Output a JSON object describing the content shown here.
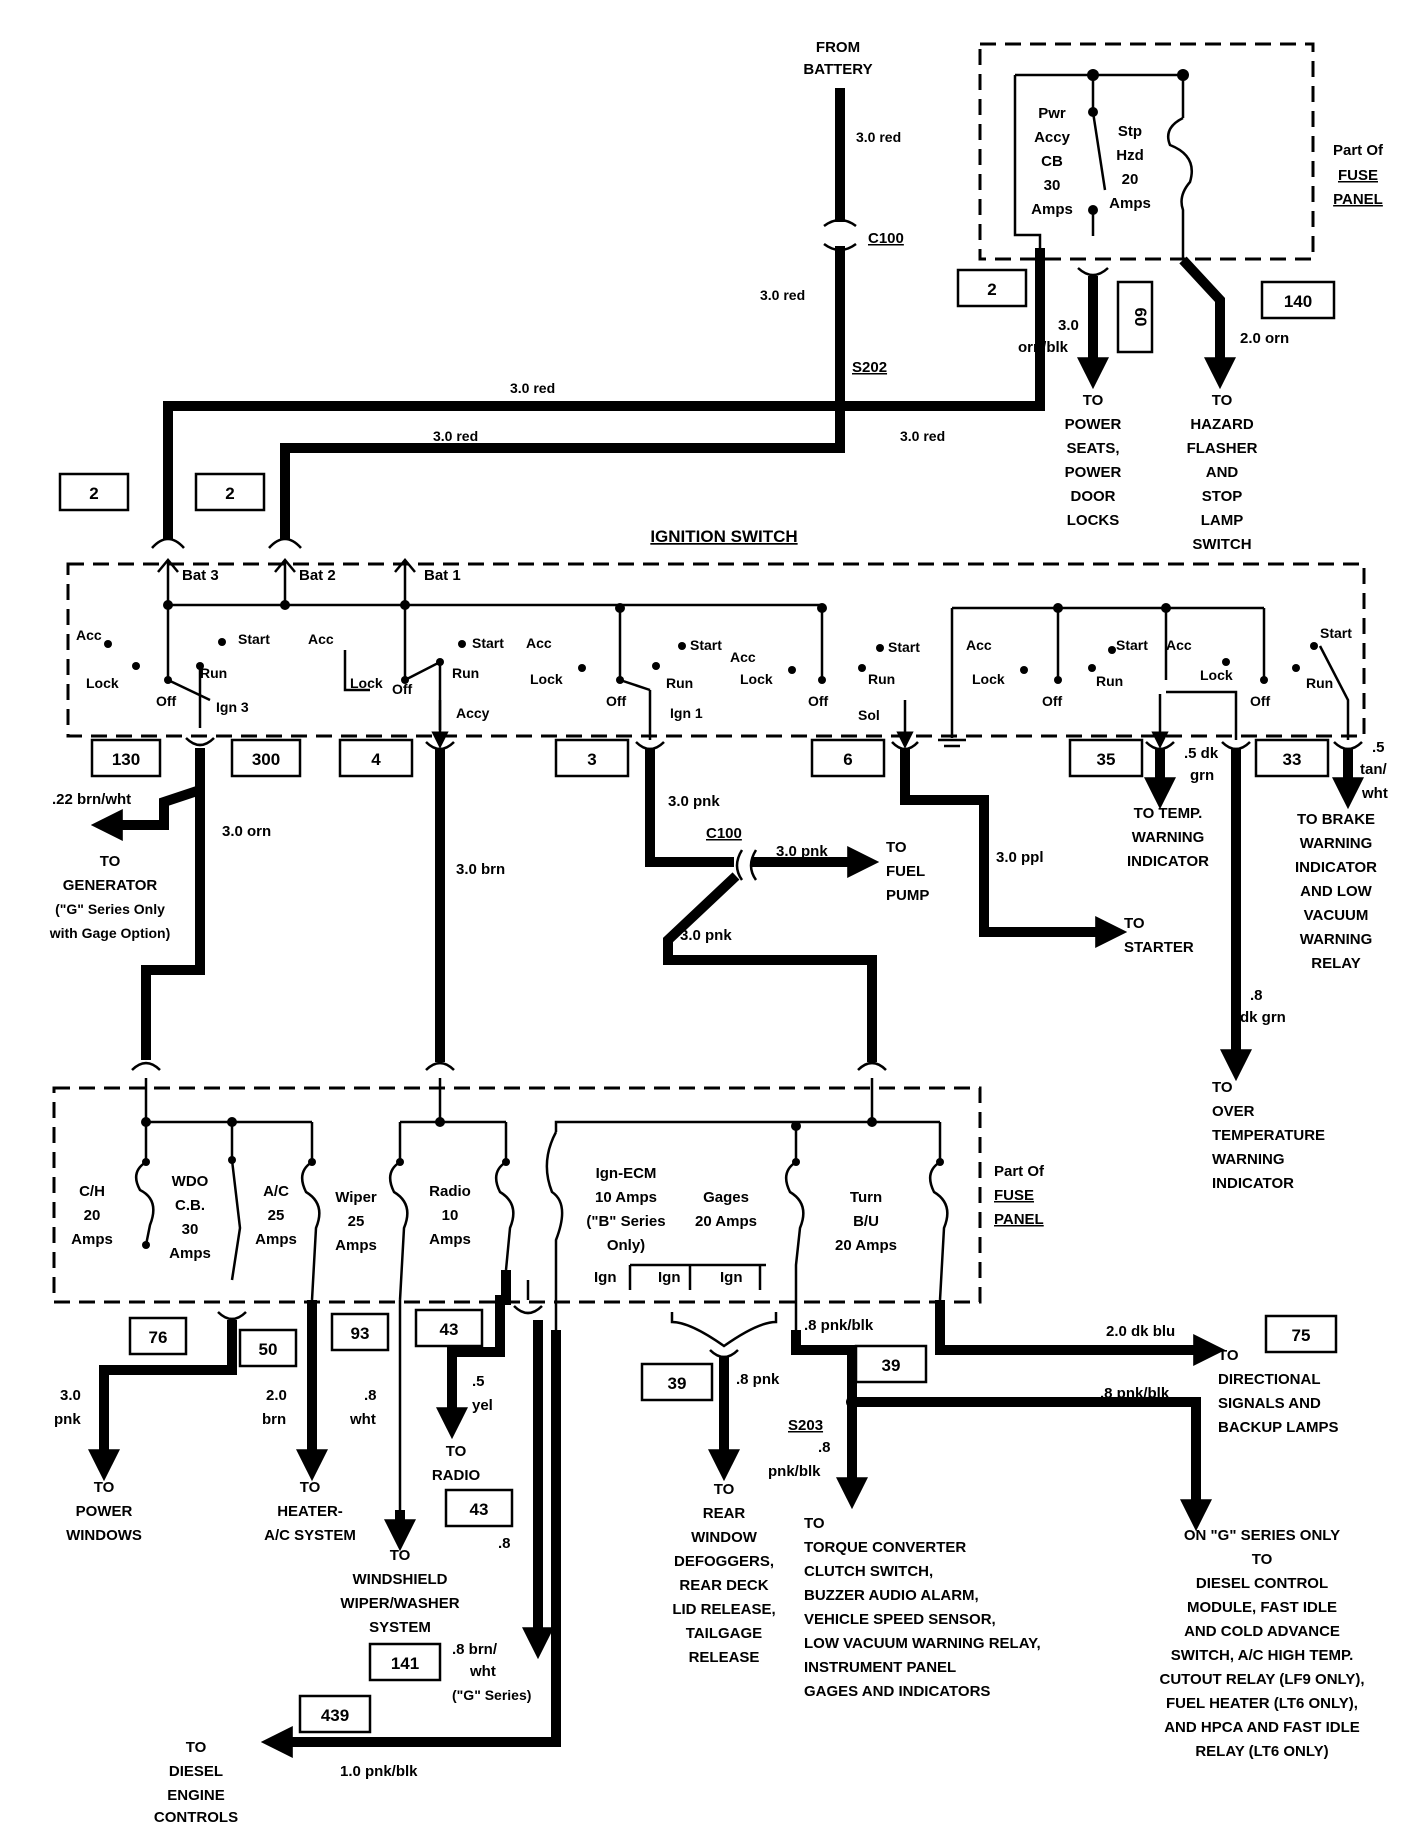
{
  "battery": {
    "label1": "FROM",
    "label2": "BATTERY",
    "wire": "3.0 red"
  },
  "connectors": {
    "c100_top": "C100",
    "c100_mid": "C100",
    "s202": "S202",
    "s203": "S203"
  },
  "wires": {
    "red_branch": "3.0 red",
    "red_bat3": "3.0 red",
    "red_bat2": "3.0 red",
    "red_right": "3.0 red",
    "orn_blk_1": "3.0",
    "orn_blk_2": "orn/blk",
    "orn_hazard": "2.0 orn",
    "brn_wht_gen": ".22 brn/wht",
    "orn_ign3": "3.0 orn",
    "brn_accy": "3.0 brn",
    "pnk_ign1": "3.0 pnk",
    "pnk_fuel": "3.0 pnk",
    "pnk_lower": "3.0 pnk",
    "ppl_sol": "3.0 ppl",
    "dkgrn_temp_1": ".5 dk",
    "dkgrn_temp_2": "grn",
    "tan_brake_1": ".5",
    "tan_brake_2": "tan/",
    "tan_brake_3": "wht",
    "dkgrn_over_1": ".8",
    "dkgrn_over_2": "dk grn",
    "pnk_pw_1": "3.0",
    "pnk_pw_2": "pnk",
    "brn_heater_1": "2.0",
    "brn_heater_2": "brn",
    "wht_wiper_1": ".8",
    "wht_wiper_2": "wht",
    "yel_radio_1": ".5",
    "yel_radio_2": "yel",
    "brn_wht_g_1": ".8 brn/",
    "brn_wht_g_2": "wht",
    "brn_wht_g_3": "(\"G\" Series)",
    "brn_wht_g_4": ".8",
    "pnk_blk_diesel": "1.0 pnk/blk",
    "pnk_defog": ".8 pnk",
    "pnk_blk_fuse": ".8 pnk/blk",
    "dkblu_turn": "2.0 dk blu",
    "pnk_blk_g": ".8 pnk/blk",
    "pnk_blk_s203_1": ".8",
    "pnk_blk_s203_2": "pnk/blk"
  },
  "circuit_numbers": {
    "c2_top": "2",
    "c2_left_a": "2",
    "c2_left_b": "2",
    "c60": "60",
    "c140": "140",
    "c130": "130",
    "c300": "300",
    "c4": "4",
    "c3": "3",
    "c6": "6",
    "c35": "35",
    "c33": "33",
    "c76": "76",
    "c50": "50",
    "c93": "93",
    "c43a": "43",
    "c43b": "43",
    "c141": "141",
    "c439": "439",
    "c39a": "39",
    "c39b": "39",
    "c75": "75"
  },
  "top_fuse_panel": {
    "pwr_accy": [
      "Pwr",
      "Accy",
      "CB",
      "30",
      "Amps"
    ],
    "stp_hzd": [
      "Stp",
      "Hzd",
      "20",
      "Amps"
    ],
    "part_of": [
      "Part Of",
      "FUSE",
      "PANEL"
    ]
  },
  "ignition_switch": {
    "title": "IGNITION SWITCH",
    "bat3": "Bat 3",
    "bat2": "Bat 2",
    "bat1": "Bat 1",
    "acc": "Acc",
    "lock": "Lock",
    "off": "Off",
    "run": "Run",
    "start": "Start",
    "ign3": "Ign 3",
    "accy": "Accy",
    "ign1": "Ign 1",
    "sol": "Sol"
  },
  "destinations": {
    "power_seats": [
      "TO",
      "POWER",
      "SEATS,",
      "POWER",
      "DOOR",
      "LOCKS"
    ],
    "hazard": [
      "TO",
      "HAZARD",
      "FLASHER",
      "AND",
      "STOP",
      "LAMP",
      "SWITCH"
    ],
    "generator": [
      "TO",
      "GENERATOR",
      "(\"G\" Series Only",
      "with Gage Option)"
    ],
    "fuel_pump": [
      "TO",
      "FUEL",
      "PUMP"
    ],
    "starter": [
      "TO",
      "STARTER"
    ],
    "temp_warning": [
      "TO TEMP.",
      "WARNING",
      "INDICATOR"
    ],
    "brake_warning": [
      "TO BRAKE",
      "WARNING",
      "INDICATOR",
      "AND LOW",
      "VACUUM",
      "WARNING",
      "RELAY"
    ],
    "over_temp": [
      "TO",
      "OVER",
      "TEMPERATURE",
      "WARNING",
      "INDICATOR"
    ],
    "power_windows": [
      "TO",
      "POWER",
      "WINDOWS"
    ],
    "heater": [
      "TO",
      "HEATER-",
      "A/C SYSTEM"
    ],
    "wiper": [
      "TO",
      "WINDSHIELD",
      "WIPER/WASHER",
      "SYSTEM"
    ],
    "radio": [
      "TO",
      "RADIO"
    ],
    "diesel": [
      "TO",
      "DIESEL",
      "ENGINE",
      "CONTROLS"
    ],
    "defog": [
      "TO",
      "REAR",
      "WINDOW",
      "DEFOGGERS,",
      "REAR DECK",
      "LID RELEASE,",
      "TAILGAGE",
      "RELEASE"
    ],
    "torque": [
      "TO",
      "TORQUE CONVERTER",
      "CLUTCH SWITCH,",
      "BUZZER AUDIO ALARM,",
      "VEHICLE SPEED SENSOR,",
      "LOW VACUUM WARNING RELAY,",
      "INSTRUMENT PANEL",
      "GAGES AND INDICATORS"
    ],
    "directional": [
      "TO",
      "DIRECTIONAL",
      "SIGNALS AND",
      "BACKUP LAMPS"
    ],
    "g_series": [
      "ON \"G\" SERIES ONLY",
      "TO",
      "DIESEL CONTROL",
      "MODULE, FAST IDLE",
      "AND COLD ADVANCE",
      "SWITCH, A/C HIGH TEMP.",
      "CUTOUT RELAY (LF9 ONLY),",
      "FUEL HEATER (LT6 ONLY),",
      "AND HPCA AND FAST IDLE",
      "RELAY (LT6 ONLY)"
    ]
  },
  "lower_fuse_panel": {
    "ch": [
      "C/H",
      "20",
      "Amps"
    ],
    "wdo": [
      "WDO",
      "C.B.",
      "30",
      "Amps"
    ],
    "ac": [
      "A/C",
      "25",
      "Amps"
    ],
    "wiper": [
      "Wiper",
      "25",
      "Amps"
    ],
    "radio": [
      "Radio",
      "10",
      "Amps"
    ],
    "ign_ecm": [
      "Ign-ECM",
      "10 Amps",
      "(\"B\" Series",
      "Only)"
    ],
    "gages": [
      "Gages",
      "20 Amps"
    ],
    "turn": [
      "Turn",
      "B/U",
      "20 Amps"
    ],
    "ign": "Ign",
    "part_of": [
      "Part Of",
      "FUSE",
      "PANEL"
    ]
  }
}
